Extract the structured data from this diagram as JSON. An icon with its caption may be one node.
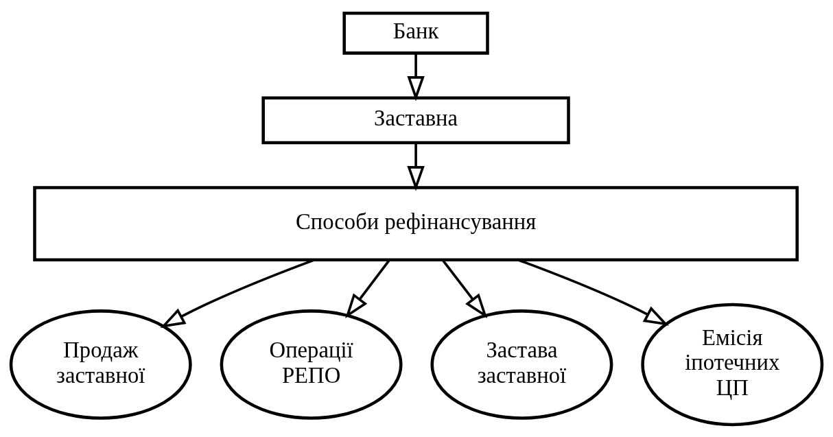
{
  "diagram": {
    "nodes": [
      {
        "text": [
          "Банк"
        ]
      },
      {
        "text": [
          "Заставна"
        ]
      },
      {
        "text": [
          "Способи рефінансування"
        ]
      },
      {
        "text": [
          "Продаж заставної"
        ]
      },
      {
        "text": [
          "Операції РЕПО"
        ]
      },
      {
        "text": [
          "Застава заставної"
        ]
      },
      {
        "text": [
          "Емісія іпотечних ЦП"
        ]
      }
    ],
    "edges": [
      {
        "from": 0,
        "to": 1,
        "arrow": "to"
      },
      {
        "from": 1,
        "to": 2,
        "arrow": "to"
      },
      {
        "from": 2,
        "to": 3,
        "arrow": "to"
      },
      {
        "from": 2,
        "to": 4,
        "arrow": "to"
      },
      {
        "from": 2,
        "to": 5,
        "arrow": "to"
      },
      {
        "from": 2,
        "to": 6,
        "arrow": "to"
      }
    ]
  }
}
